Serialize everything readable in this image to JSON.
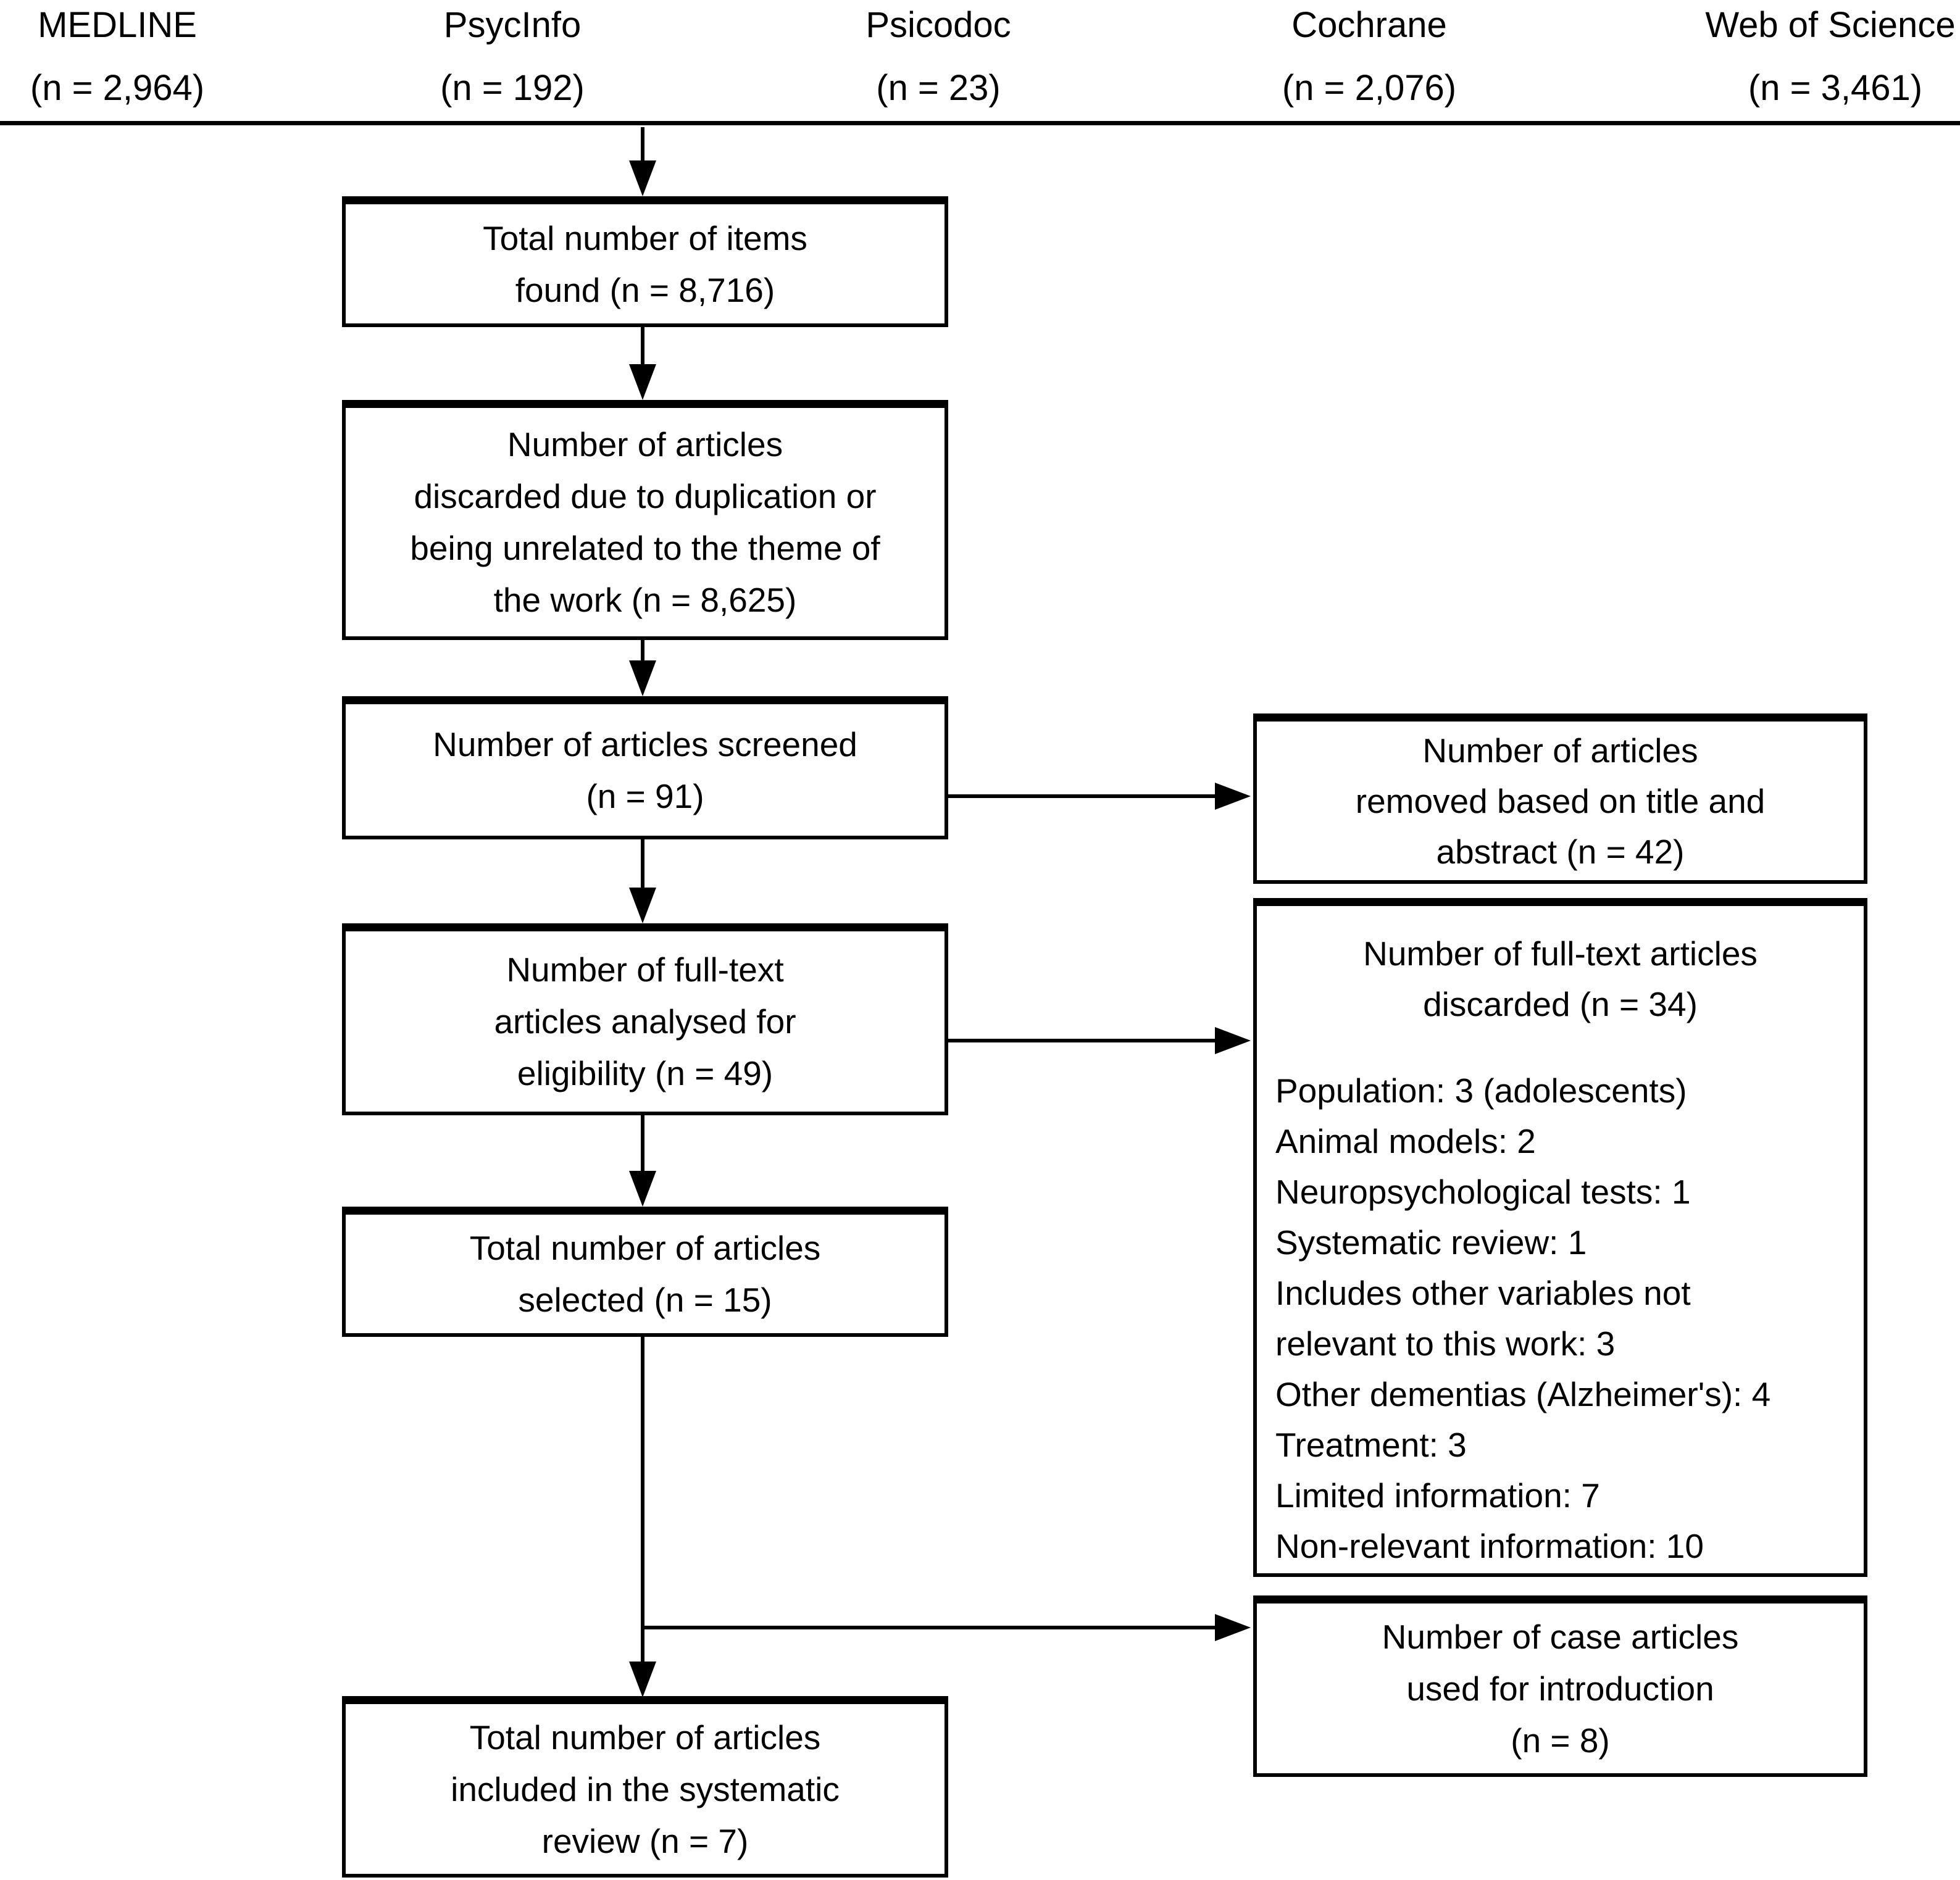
{
  "figure": {
    "kind": "prisma-flow-diagram",
    "background_color": "#ffffff",
    "line_color": "#000000"
  },
  "sources": [
    {
      "name": "MEDLINE",
      "count": "(n = 2,964)"
    },
    {
      "name": "PsycInfo",
      "count": "(n = 192)"
    },
    {
      "name": "Psicodoc",
      "count": "(n = 23)"
    },
    {
      "name": "Cochrane",
      "count": "(n = 2,076)"
    },
    {
      "name": "Web of Science",
      "count": "(n = 3,461)"
    }
  ],
  "flow": {
    "items_found": {
      "lines": [
        "Total number of items",
        "found (n = 8,716)"
      ]
    },
    "discarded_duplicates": {
      "lines": [
        "Number of articles",
        "discarded due to duplication or",
        "being unrelated to the theme of",
        "the work (n = 8,625)"
      ]
    },
    "screened": {
      "lines": [
        "Number of articles screened",
        "(n = 91)"
      ]
    },
    "fulltext_analysed": {
      "lines": [
        "Number of full-text",
        "articles analysed for",
        "eligibility (n = 49)"
      ]
    },
    "selected": {
      "lines": [
        "Total number of articles",
        "selected (n = 15)"
      ]
    },
    "included": {
      "lines": [
        "Total number of articles",
        "included in the systematic",
        "review (n = 7)"
      ]
    }
  },
  "side": {
    "removed_title_abstract": {
      "lines": [
        "Number of articles",
        "removed based on title and",
        "abstract (n = 42)"
      ]
    },
    "fulltext_discarded": {
      "title_lines": [
        "Number of full-text articles",
        "discarded (n = 34)"
      ],
      "reasons": [
        "Population: 3 (adolescents)",
        "Animal models: 2",
        "Neuropsychological tests: 1",
        "Systematic review: 1",
        "Includes other variables not",
        "relevant to this work: 3",
        "Other dementias (Alzheimer's): 4",
        "Treatment: 3",
        "Limited information: 7",
        "Non-relevant information: 10"
      ]
    },
    "case_articles": {
      "lines": [
        "Number of case articles",
        "used for introduction",
        "(n = 8)"
      ]
    }
  }
}
